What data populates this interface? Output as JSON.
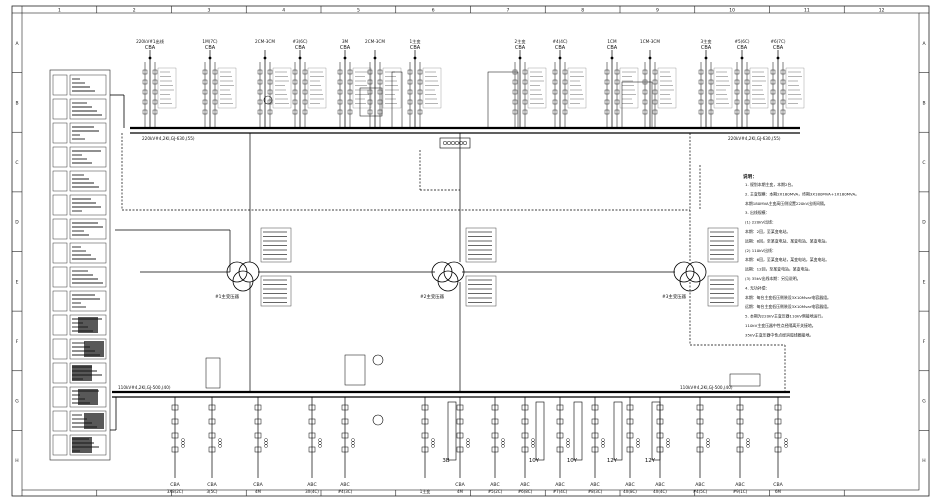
{
  "grid": {
    "columns": [
      "1",
      "2",
      "3",
      "4",
      "5",
      "6",
      "7",
      "8",
      "9",
      "10",
      "11",
      "12"
    ],
    "rows": [
      "A",
      "B",
      "C",
      "D",
      "E",
      "F",
      "G",
      "H"
    ]
  },
  "top_bay_labels": [
    {
      "ref": "CBA",
      "name": "220kV#1出线"
    },
    {
      "ref": "CBA",
      "name": "1M(7C)"
    },
    {
      "ref": "",
      "name": "2CM-3CM"
    },
    {
      "ref": "CBA",
      "name": "#3(6C)"
    },
    {
      "ref": "CBA",
      "name": "3M"
    },
    {
      "ref": "",
      "name": "2CM-3CM"
    },
    {
      "ref": "CBA",
      "name": "1主变"
    },
    {
      "ref": "CBA",
      "name": "2主变"
    },
    {
      "ref": "CBA",
      "name": "#4(4C)"
    },
    {
      "ref": "CBA",
      "name": "1CM"
    },
    {
      "ref": "",
      "name": "1CM-3CM"
    },
    {
      "ref": "CBA",
      "name": "3主变"
    },
    {
      "ref": "CBA",
      "name": "#5(6C)"
    },
    {
      "ref": "CBA",
      "name": "#6(7C)"
    }
  ],
  "bottom_bay_labels": [
    {
      "ref": "CBA",
      "name": "3X8(2C)"
    },
    {
      "ref": "CBA",
      "name": "3(5C)"
    },
    {
      "ref": "CBA",
      "name": "4M"
    },
    {
      "ref": "ABC",
      "name": "3X(4C)"
    },
    {
      "ref": "ABC",
      "name": "#4(3C)"
    },
    {
      "ref": "",
      "name": "1主变"
    },
    {
      "ref": "CBA",
      "name": "4M"
    },
    {
      "ref": "ABC",
      "name": "#5(2C)"
    },
    {
      "ref": "ABC",
      "name": "#6(8C)"
    },
    {
      "ref": "ABC",
      "name": "#7(4C)"
    },
    {
      "ref": "ABC",
      "name": "#8(3C)"
    },
    {
      "ref": "ABC",
      "name": "4X(8C)"
    },
    {
      "ref": "ABC",
      "name": "4X(4C)"
    },
    {
      "ref": "ABC",
      "name": "#4(5C)"
    },
    {
      "ref": "ABC",
      "name": "#9(1C)"
    },
    {
      "ref": "CBA",
      "name": "6M"
    }
  ],
  "feeder_codes": [
    "3B",
    "10Y",
    "10Y",
    "12Y",
    "12Y"
  ],
  "busbars": {
    "upper": "220kV#4,2KI,GJ-630,(55)",
    "upper_right": "220kV#4,2KI,GJ-630,(55)",
    "lower": "110kV#4,2KI,GJ-500,(40)",
    "lower_right": "110kV#4,2KI,GJ-500,(40)"
  },
  "transformers": [
    {
      "label": "#1主变压器"
    },
    {
      "label": "#2主变压器"
    },
    {
      "label": "#3主变压器"
    }
  ],
  "notes": {
    "title": "说明：",
    "lines": [
      "1. 规划本期主变，本期2台。",
      "2. 主变规模：本期2X180MVA，终期3X180MVA+1X180MVA。",
      "   本期180MVA主变高压侧设置220kV出线间隔。",
      "3. 出线规模：",
      "   (1) 220kV出线：",
      "       本期：2回，至某变电站。",
      "       远期：8回，至某变电站、某变电站、某变电站。",
      "   (2) 110kV出线：",
      "       本期：6回，至某变电站，某变电站，某变电站。",
      "       远期：12回，至某变电站，某变电站。",
      "   (3) 35kV出线本期：另见说明。",
      "4. 无功补偿：",
      "   本期：每台主变低压侧装设3X10Mvar电容器组。",
      "   远期：每台主变低压侧装设3X10Mvar电容器组。",
      "5. 本期为220kV主变压器110kV侧接地运行。",
      "   110kV主变压器中性点经隔离开关接地。",
      "   35kV主变压器中性点经消弧线圈接地。"
    ]
  }
}
